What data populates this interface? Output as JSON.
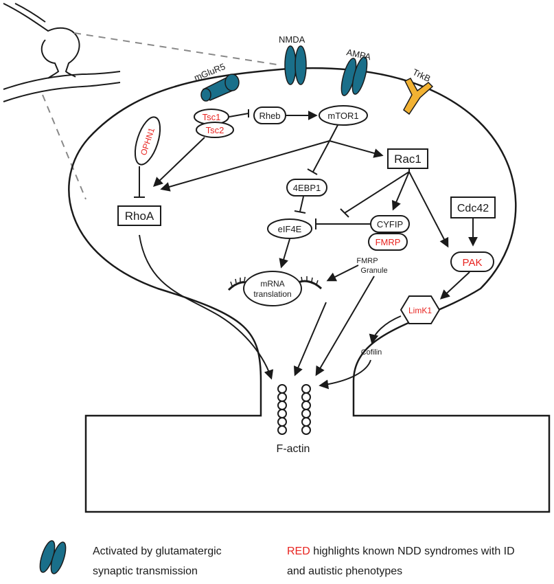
{
  "colors": {
    "receptor_blue": "#1a6f8a",
    "trkb_yellow": "#f2b233",
    "highlight_red": "#e8231f",
    "line": "#1a1a1a"
  },
  "receptors": {
    "mglur5": "mGluR5",
    "nmda": "NMDA",
    "ampa": "AMPA",
    "trkb": "TrkB"
  },
  "nodes": {
    "tsc1": "Tsc1",
    "tsc2": "Tsc2",
    "rheb": "Rheb",
    "mtor1": "mTOR1",
    "ophn1": "OPHN1",
    "rhoa": "RhoA",
    "rac1": "Rac1",
    "ebp1": "4EBP1",
    "eif4e": "eIF4E",
    "cyfip": "CYFIP",
    "fmrp": "FMRP",
    "fmrp_granule_line1": "FMRP",
    "fmrp_granule_line2": "Granule",
    "mrna_line1": "mRNA",
    "mrna_line2": "translation",
    "cdc42": "Cdc42",
    "pak": "PAK",
    "limk1": "LimK1",
    "cofilin": "Cofilin",
    "factin": "F-actin"
  },
  "legend": {
    "receptor_line1": "Activated by glutamatergic",
    "receptor_line2": "synaptic transmission",
    "red_word": "RED",
    "red_line1_rest": " highlights known NDD syndromes with ID",
    "red_line2": "and autistic phenotypes"
  }
}
